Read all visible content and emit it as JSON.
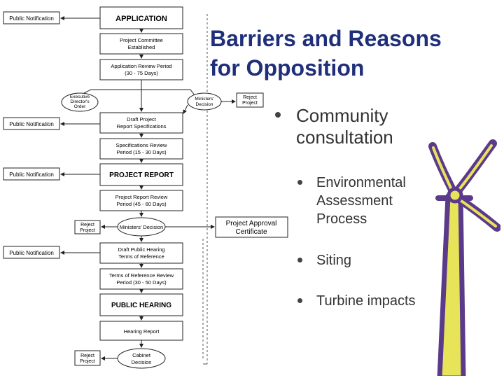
{
  "slide": {
    "title_line1": "Barriers and Reasons",
    "title_line2": "for Opposition",
    "bullet_main": "Community consultation",
    "sub_bullets": [
      "Environmental Assessment Process",
      "Siting",
      "Turbine impacts"
    ]
  },
  "flowchart": {
    "main_steps": [
      "APPLICATION",
      "Project Committee Established",
      "Application Review Period (30 - 75 Days)",
      "Draft Project Report Specifications",
      "Specifications Review Period (15 - 30 Days)",
      "PROJECT REPORT",
      "Project Report Review Period (45 - 60 Days)",
      "Ministers' Decision",
      "Draft Public Hearing Terms of Reference",
      "Terms of Reference Review Period (30 - 50 Days)",
      "PUBLIC HEARING",
      "Hearing Report",
      "Cabinet Decision"
    ],
    "public_notification": "Public Notification",
    "executive_director_order": "Executive Director's Order",
    "ministers_decision_side": "Ministers' Decision",
    "reject_project": "Reject Project",
    "project_approval_certificate": "Project Approval Certificate"
  },
  "colors": {
    "title": "#1f2f7a",
    "bullet_text": "#333333",
    "turbine_purple": "#5b3a8c",
    "turbine_yellow": "#e8e45a"
  }
}
